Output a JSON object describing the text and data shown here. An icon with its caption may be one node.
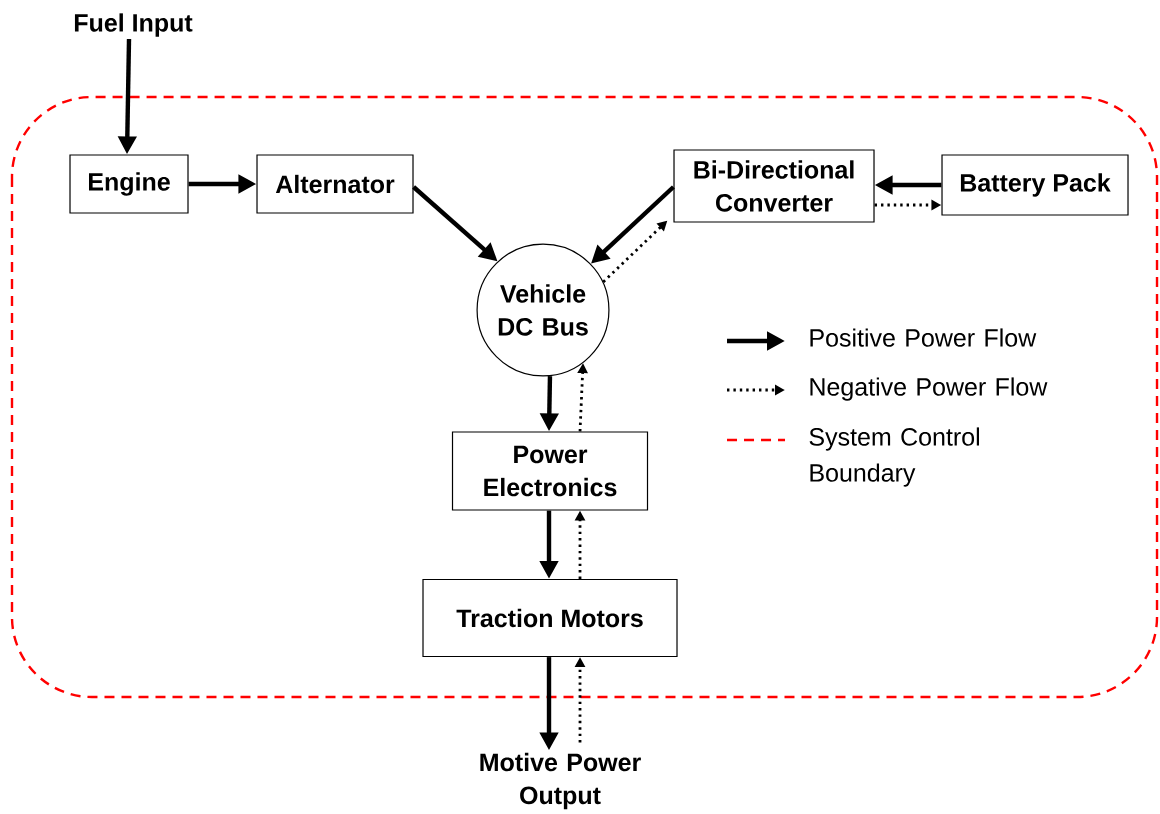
{
  "diagram": {
    "nodes": [
      {
        "text": [
          "Fuel Input"
        ]
      },
      {
        "text": [
          "Engine"
        ]
      },
      {
        "text": [
          "Alternator"
        ]
      },
      {
        "text": [
          "Bi-Directional Converter"
        ]
      },
      {
        "text": [
          "Battery Pack"
        ]
      },
      {
        "text": [
          "Vehicle DC Bus"
        ]
      },
      {
        "text": [
          "Power Electronics"
        ]
      },
      {
        "text": [
          "Traction Motors"
        ]
      },
      {
        "text": [
          "Motive Power Output"
        ]
      }
    ],
    "edges": [
      {
        "from": 0,
        "to": 1,
        "arrow": "to"
      },
      {
        "from": 1,
        "to": 2,
        "arrow": "to"
      },
      {
        "from": 2,
        "to": 5,
        "arrow": "to"
      },
      {
        "from": 3,
        "to": 5,
        "arrow": "to"
      },
      {
        "from": 5,
        "to": 3,
        "arrow": "to",
        "style": "dashed"
      },
      {
        "from": 4,
        "to": 3,
        "arrow": "to"
      },
      {
        "from": 3,
        "to": 4,
        "arrow": "to",
        "style": "dashed"
      },
      {
        "from": 5,
        "to": 6,
        "arrow": "to"
      },
      {
        "from": 6,
        "to": 5,
        "arrow": "to",
        "style": "dashed"
      },
      {
        "from": 6,
        "to": 7,
        "arrow": "to"
      },
      {
        "from": 7,
        "to": 6,
        "arrow": "to",
        "style": "dashed"
      },
      {
        "from": 7,
        "to": 8,
        "arrow": "to"
      },
      {
        "from": 8,
        "to": 7,
        "arrow": "to",
        "style": "dashed"
      }
    ],
    "legend": [
      {
        "text": "Positive Power Flow"
      },
      {
        "text": "Negative Power Flow"
      },
      {
        "text": "System Control Boundary"
      }
    ]
  }
}
